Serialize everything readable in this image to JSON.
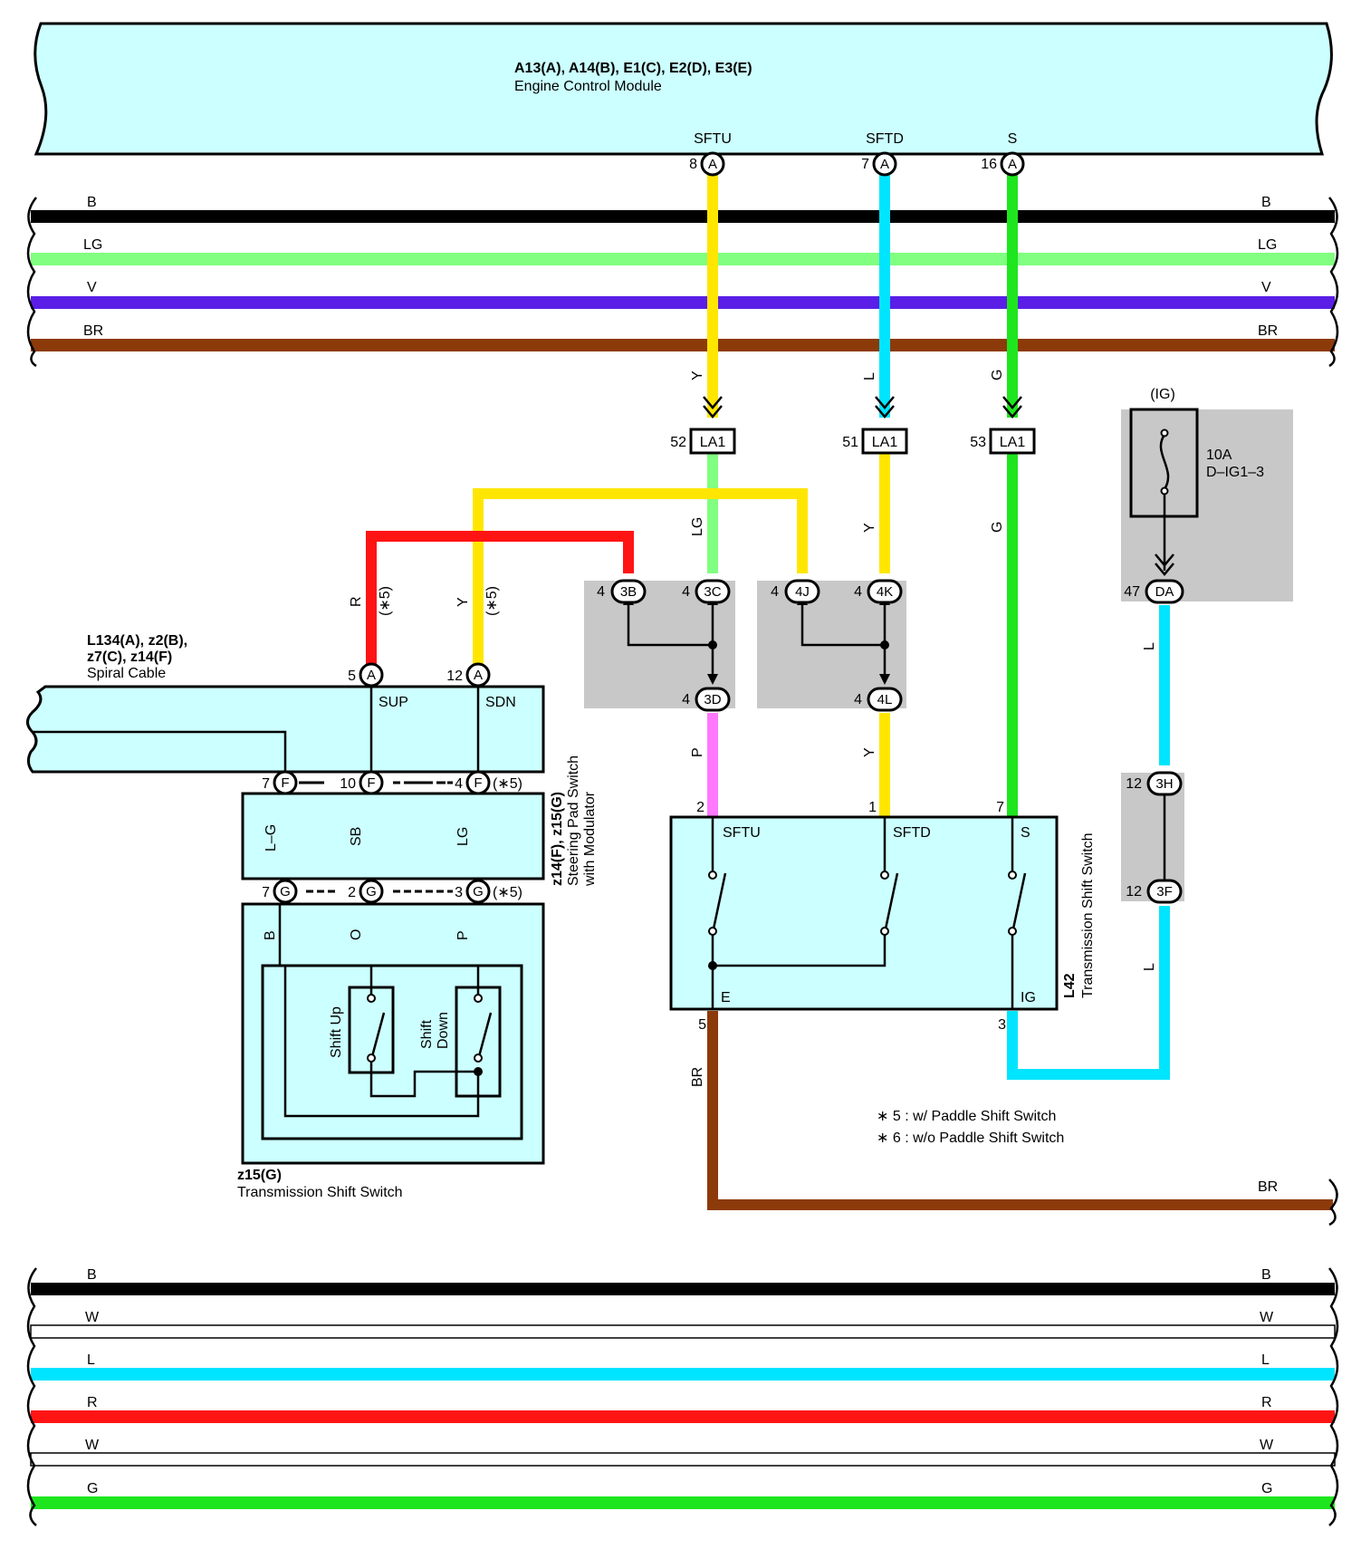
{
  "colors": {
    "B": "#000000",
    "LG": "#80ff80",
    "V": "#5a1ee6",
    "BR": "#8c3a0a",
    "Y": "#ffe600",
    "L": "#00e5ff",
    "G": "#1ee61e",
    "R": "#ff1414",
    "P": "#ff78ff",
    "O": "#ff8014",
    "SB": "#a0ffff",
    "W": "#ffffff",
    "component_fill": "#ccffff",
    "junction_fill": "#c8c8c8"
  },
  "ecm": {
    "codes": "A13(A), A14(B), E1(C), E2(D), E3(E)",
    "name": "Engine Control Module",
    "terminals": [
      {
        "name": "SFTU",
        "pin": "8",
        "conn": "A"
      },
      {
        "name": "SFTD",
        "pin": "7",
        "conn": "A"
      },
      {
        "name": "S",
        "pin": "16",
        "conn": "A"
      }
    ]
  },
  "bus_top": [
    {
      "label": "B",
      "color": "B"
    },
    {
      "label": "LG",
      "color": "LG"
    },
    {
      "label": "V",
      "color": "V"
    },
    {
      "label": "BR",
      "color": "BR"
    }
  ],
  "bus_bottom": [
    {
      "label": "B",
      "color": "B"
    },
    {
      "label": "W",
      "color": "W"
    },
    {
      "label": "L",
      "color": "L"
    },
    {
      "label": "R",
      "color": "R"
    },
    {
      "label": "W",
      "color": "W"
    },
    {
      "label": "G",
      "color": "G"
    }
  ],
  "wire_labels": {
    "y_upper": "Y",
    "l_upper": "L",
    "g_upper": "G",
    "lg_mid": "LG",
    "y_mid": "Y",
    "g_mid": "G",
    "r_spiral": "R",
    "y_spiral": "Y",
    "star5": "(∗5)",
    "p_low": "P",
    "y_low": "Y",
    "l_fuse": "L",
    "l_low": "L",
    "br_low": "BR",
    "br_bus": "BR"
  },
  "connectors_la1": [
    {
      "pin": "52",
      "name": "LA1"
    },
    {
      "pin": "51",
      "name": "LA1"
    },
    {
      "pin": "53",
      "name": "LA1"
    }
  ],
  "junctions": {
    "j3b": {
      "pin": "4",
      "name": "3B"
    },
    "j3c": {
      "pin": "4",
      "name": "3C"
    },
    "j3d": {
      "pin": "4",
      "name": "3D"
    },
    "j4j": {
      "pin": "4",
      "name": "4J"
    },
    "j4k": {
      "pin": "4",
      "name": "4K"
    },
    "j4l": {
      "pin": "4",
      "name": "4L"
    },
    "jda": {
      "pin": "47",
      "name": "DA"
    },
    "j3h": {
      "pin": "12",
      "name": "3H"
    },
    "j3f": {
      "pin": "12",
      "name": "3F"
    }
  },
  "fuse": {
    "ig": "(IG)",
    "amp": "10A",
    "name": "D–IG1–3"
  },
  "spiral": {
    "codes1": "L134(A), z2(B),",
    "codes2": "z7(C), z14(F)",
    "name": "Spiral Cable",
    "pin_sup": "5",
    "pin_sdn": "12",
    "conn": "A",
    "sup": "SUP",
    "sdn": "SDN"
  },
  "steering_pad": {
    "codes": "z14(F), z15(G)",
    "name1": "Steering Pad Switch",
    "name2": "with Modulator",
    "f_pins": [
      "7",
      "10",
      "4"
    ],
    "f_conn": "F",
    "g_pins": [
      "7",
      "2",
      "3"
    ],
    "g_conn": "G",
    "star5": "(∗5)",
    "wires_inside": [
      "L–G",
      "SB",
      "LG"
    ],
    "wires_below": [
      "B",
      "O",
      "P"
    ]
  },
  "z15": {
    "codes": "z15(G)",
    "name": "Transmission Shift Switch",
    "shift_up": "Shift Up",
    "shift_down_1": "Shift",
    "shift_down_2": "Down"
  },
  "l42": {
    "code": "L42",
    "name": "Transmission Shift Switch",
    "terminals": [
      "SFTU",
      "SFTD",
      "S",
      "E",
      "IG"
    ],
    "pins_top": [
      "2",
      "1",
      "7"
    ],
    "pin_e": "5",
    "pin_ig": "3"
  },
  "notes": [
    "∗ 5 : w/ Paddle Shift Switch",
    "∗ 6 : w/o Paddle Shift Switch"
  ]
}
